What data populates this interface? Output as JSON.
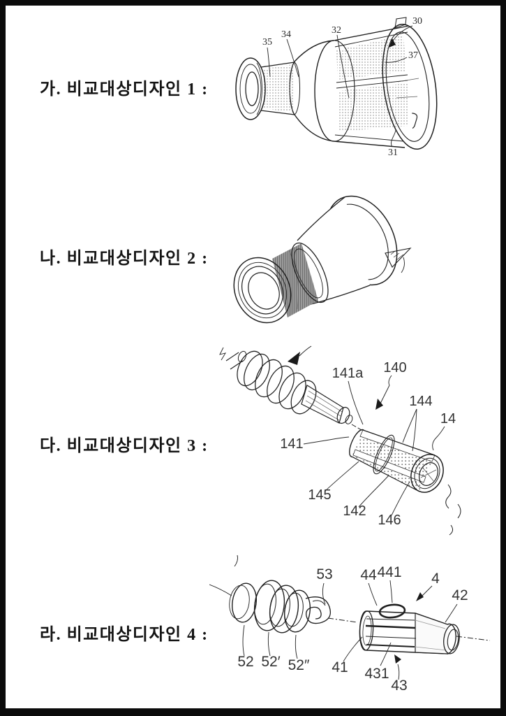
{
  "page": {
    "background": "#ffffff",
    "border_color": "#0b0b0b",
    "ink_color": "#1f1f1f",
    "mesh_gray": "#9a9a9a"
  },
  "sections": [
    {
      "label": "가. 비교대상디자인 1 :",
      "figure": "mesh-strainer-drum",
      "numerals": [
        "35",
        "34",
        "32",
        "30",
        "37",
        "31"
      ]
    },
    {
      "label": "나. 비교대상디자인 2 :",
      "figure": "conical-strainer",
      "numerals": []
    },
    {
      "label": "다. 비교대상디자인 3 :",
      "figure": "auger-and-mesh-filter-exploded",
      "numerals": [
        "141a",
        "140",
        "144",
        "14",
        "141",
        "145",
        "142",
        "146"
      ]
    },
    {
      "label": "라. 비교대상디자인 4 :",
      "figure": "screw-spiral-and-nozzle-exploded",
      "numerals": [
        "53",
        "44",
        "441",
        "4",
        "42",
        "52",
        "52′",
        "52″",
        "41",
        "431",
        "43"
      ]
    }
  ]
}
